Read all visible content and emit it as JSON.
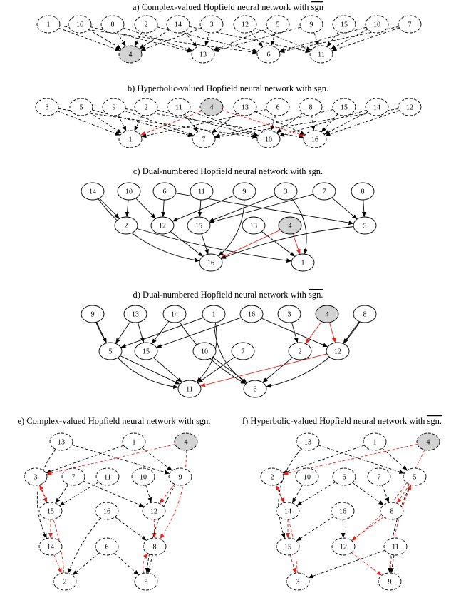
{
  "panels": [
    {
      "id": "a",
      "title": "a) Complex-valued Hopfield neural network with ",
      "title_sign": "sgn",
      "overline": true,
      "edge_style": "dashed",
      "nodes": [
        {
          "label": "1",
          "shaded": false
        },
        {
          "label": "16",
          "shaded": false
        },
        {
          "label": "8",
          "shaded": false
        },
        {
          "label": "2",
          "shaded": false
        },
        {
          "label": "14",
          "shaded": false
        },
        {
          "label": "3",
          "shaded": false
        },
        {
          "label": "12",
          "shaded": false
        },
        {
          "label": "5",
          "shaded": false
        },
        {
          "label": "9",
          "shaded": false
        },
        {
          "label": "15",
          "shaded": false
        },
        {
          "label": "10",
          "shaded": false
        },
        {
          "label": "7",
          "shaded": false
        },
        {
          "label": "4",
          "shaded": true
        },
        {
          "label": "13",
          "shaded": false
        },
        {
          "label": "6",
          "shaded": false
        },
        {
          "label": "11",
          "shaded": false
        }
      ],
      "edges": [
        [
          "1",
          "4",
          false
        ],
        [
          "16",
          "4",
          false
        ],
        [
          "8",
          "4",
          false
        ],
        [
          "2",
          "4",
          false
        ],
        [
          "14",
          "4",
          false
        ],
        [
          "3",
          "4",
          false
        ],
        [
          "16",
          "13",
          false
        ],
        [
          "8",
          "13",
          false
        ],
        [
          "14",
          "13",
          false
        ],
        [
          "3",
          "13",
          false
        ],
        [
          "5",
          "13",
          false
        ],
        [
          "9",
          "13",
          false
        ],
        [
          "1",
          "6",
          false
        ],
        [
          "2",
          "6",
          false
        ],
        [
          "12",
          "6",
          false
        ],
        [
          "5",
          "6",
          false
        ],
        [
          "10",
          "6",
          false
        ],
        [
          "7",
          "6",
          false
        ],
        [
          "14",
          "11",
          false
        ],
        [
          "12",
          "11",
          false
        ],
        [
          "9",
          "11",
          false
        ],
        [
          "15",
          "11",
          false
        ],
        [
          "10",
          "11",
          false
        ],
        [
          "7",
          "11",
          false
        ]
      ]
    },
    {
      "id": "b",
      "title": "b) Hyperbolic-valued Hopfield neural network with ",
      "title_sign": "sgn.",
      "overline": false,
      "edge_style": "dashed",
      "nodes": [
        {
          "label": "3",
          "shaded": false
        },
        {
          "label": "5",
          "shaded": false
        },
        {
          "label": "9",
          "shaded": false
        },
        {
          "label": "2",
          "shaded": false
        },
        {
          "label": "11",
          "shaded": false
        },
        {
          "label": "4",
          "shaded": true
        },
        {
          "label": "13",
          "shaded": false
        },
        {
          "label": "6",
          "shaded": false
        },
        {
          "label": "8",
          "shaded": false
        },
        {
          "label": "15",
          "shaded": false
        },
        {
          "label": "14",
          "shaded": false
        },
        {
          "label": "12",
          "shaded": false
        },
        {
          "label": "1",
          "shaded": false
        },
        {
          "label": "7",
          "shaded": false
        },
        {
          "label": "10",
          "shaded": false
        },
        {
          "label": "16",
          "shaded": false
        }
      ],
      "edges": [
        [
          "3",
          "1",
          false
        ],
        [
          "5",
          "1",
          false
        ],
        [
          "9",
          "1",
          false
        ],
        [
          "2",
          "1",
          false
        ],
        [
          "4",
          "1",
          true
        ],
        [
          "6",
          "1",
          false
        ],
        [
          "5",
          "7",
          false
        ],
        [
          "9",
          "7",
          false
        ],
        [
          "11",
          "7",
          false
        ],
        [
          "13",
          "7",
          false
        ],
        [
          "15",
          "7",
          false
        ],
        [
          "12",
          "7",
          false
        ],
        [
          "3",
          "10",
          false
        ],
        [
          "2",
          "10",
          false
        ],
        [
          "11",
          "10",
          false
        ],
        [
          "6",
          "10",
          false
        ],
        [
          "8",
          "10",
          false
        ],
        [
          "14",
          "10",
          false
        ],
        [
          "9",
          "16",
          false
        ],
        [
          "4",
          "16",
          true
        ],
        [
          "13",
          "16",
          false
        ],
        [
          "8",
          "16",
          false
        ],
        [
          "15",
          "16",
          false
        ],
        [
          "14",
          "16",
          false
        ],
        [
          "12",
          "16",
          false
        ]
      ]
    },
    {
      "id": "c",
      "title": "c) Dual-numbered Hopfield neural network with ",
      "title_sign": "sgn.",
      "overline": false,
      "edge_style": "solid",
      "nodes": [
        {
          "label": "14",
          "shaded": false
        },
        {
          "label": "10",
          "shaded": false
        },
        {
          "label": "6",
          "shaded": false
        },
        {
          "label": "11",
          "shaded": false
        },
        {
          "label": "9",
          "shaded": false
        },
        {
          "label": "3",
          "shaded": false
        },
        {
          "label": "7",
          "shaded": false
        },
        {
          "label": "8",
          "shaded": false
        },
        {
          "label": "2",
          "shaded": false
        },
        {
          "label": "12",
          "shaded": false
        },
        {
          "label": "15",
          "shaded": false
        },
        {
          "label": "13",
          "shaded": false
        },
        {
          "label": "4",
          "shaded": true
        },
        {
          "label": "5",
          "shaded": false
        },
        {
          "label": "16",
          "shaded": false
        },
        {
          "label": "1",
          "shaded": false
        }
      ],
      "edges": [
        [
          "14",
          "2",
          false
        ],
        [
          "14",
          "16",
          false
        ],
        [
          "10",
          "2",
          false
        ],
        [
          "10",
          "12",
          false
        ],
        [
          "6",
          "12",
          false
        ],
        [
          "6",
          "5",
          false
        ],
        [
          "11",
          "15",
          false
        ],
        [
          "9",
          "12",
          false
        ],
        [
          "9",
          "16",
          false
        ],
        [
          "3",
          "15",
          false
        ],
        [
          "3",
          "1",
          false
        ],
        [
          "7",
          "15",
          false
        ],
        [
          "7",
          "5",
          false
        ],
        [
          "8",
          "5",
          false
        ],
        [
          "2",
          "1",
          false
        ],
        [
          "12",
          "16",
          false
        ],
        [
          "15",
          "16",
          false
        ],
        [
          "13",
          "1",
          false
        ],
        [
          "4",
          "16",
          true
        ],
        [
          "4",
          "1",
          true
        ],
        [
          "5",
          "16",
          false
        ]
      ]
    },
    {
      "id": "d",
      "title": "d) Dual-numbered Hopfield neural network with ",
      "title_sign": "sgn.",
      "overline": true,
      "edge_style": "solid",
      "nodes": [
        {
          "label": "9",
          "shaded": false
        },
        {
          "label": "13",
          "shaded": false
        },
        {
          "label": "14",
          "shaded": false
        },
        {
          "label": "1",
          "shaded": false
        },
        {
          "label": "16",
          "shaded": false
        },
        {
          "label": "3",
          "shaded": false
        },
        {
          "label": "4",
          "shaded": true
        },
        {
          "label": "8",
          "shaded": false
        },
        {
          "label": "5",
          "shaded": false
        },
        {
          "label": "15",
          "shaded": false
        },
        {
          "label": "10",
          "shaded": false
        },
        {
          "label": "7",
          "shaded": false
        },
        {
          "label": "2",
          "shaded": false
        },
        {
          "label": "12",
          "shaded": false
        },
        {
          "label": "11",
          "shaded": false
        },
        {
          "label": "6",
          "shaded": false
        }
      ],
      "edges": [
        [
          "9",
          "5",
          false
        ],
        [
          "9",
          "11",
          false
        ],
        [
          "13",
          "5",
          false
        ],
        [
          "13",
          "15",
          false
        ],
        [
          "14",
          "15",
          false
        ],
        [
          "14",
          "6",
          false
        ],
        [
          "1",
          "5",
          false
        ],
        [
          "1",
          "11",
          false
        ],
        [
          "1",
          "6",
          false
        ],
        [
          "16",
          "15",
          false
        ],
        [
          "16",
          "12",
          false
        ],
        [
          "3",
          "2",
          false
        ],
        [
          "4",
          "2",
          true
        ],
        [
          "4",
          "12",
          true
        ],
        [
          "8",
          "12",
          false
        ],
        [
          "8",
          "6",
          false
        ],
        [
          "5",
          "11",
          false
        ],
        [
          "15",
          "11",
          false
        ],
        [
          "10",
          "6",
          false
        ],
        [
          "7",
          "11",
          false
        ],
        [
          "2",
          "6",
          false
        ],
        [
          "12",
          "11",
          true
        ]
      ]
    },
    {
      "id": "e",
      "title": "e) Complex-valued Hopfield neural network with ",
      "title_sign": "sgn.",
      "overline": false,
      "edge_style": "dashed",
      "nodes": [
        {
          "label": "13",
          "shaded": false
        },
        {
          "label": "1",
          "shaded": false
        },
        {
          "label": "4",
          "shaded": true
        },
        {
          "label": "3",
          "shaded": false
        },
        {
          "label": "7",
          "shaded": false
        },
        {
          "label": "11",
          "shaded": false
        },
        {
          "label": "10",
          "shaded": false
        },
        {
          "label": "9",
          "shaded": false
        },
        {
          "label": "15",
          "shaded": false
        },
        {
          "label": "12",
          "shaded": false
        },
        {
          "label": "16",
          "shaded": false
        },
        {
          "label": "14",
          "shaded": false
        },
        {
          "label": "6",
          "shaded": false
        },
        {
          "label": "8",
          "shaded": false
        },
        {
          "label": "2",
          "shaded": false
        },
        {
          "label": "5",
          "shaded": false
        }
      ],
      "edges": [
        [
          "13",
          "9",
          false
        ],
        [
          "13",
          "14",
          false
        ],
        [
          "1",
          "3",
          false
        ],
        [
          "1",
          "9",
          false
        ],
        [
          "4",
          "3",
          true
        ],
        [
          "4",
          "8",
          true
        ],
        [
          "3",
          "15",
          true
        ],
        [
          "7",
          "15",
          false
        ],
        [
          "7",
          "12",
          false
        ],
        [
          "11",
          "15",
          false
        ],
        [
          "10",
          "12",
          false
        ],
        [
          "9",
          "12",
          true
        ],
        [
          "15",
          "14",
          true
        ],
        [
          "12",
          "8",
          true
        ],
        [
          "16",
          "8",
          false
        ],
        [
          "16",
          "2",
          false
        ],
        [
          "14",
          "2",
          true
        ],
        [
          "6",
          "2",
          false
        ],
        [
          "6",
          "5",
          false
        ],
        [
          "8",
          "5",
          false
        ],
        [
          "5",
          "8",
          true
        ],
        [
          "2",
          "3",
          true
        ],
        [
          "9",
          "5",
          false
        ]
      ]
    },
    {
      "id": "f",
      "title": "f) Hyperbolic-valued Hopfield neural network with ",
      "title_sign": "sgn.",
      "overline": true,
      "edge_style": "dashed",
      "nodes": [
        {
          "label": "13",
          "shaded": false
        },
        {
          "label": "1",
          "shaded": false
        },
        {
          "label": "4",
          "shaded": true
        },
        {
          "label": "2",
          "shaded": false
        },
        {
          "label": "10",
          "shaded": false
        },
        {
          "label": "6",
          "shaded": false
        },
        {
          "label": "7",
          "shaded": false
        },
        {
          "label": "5",
          "shaded": false
        },
        {
          "label": "14",
          "shaded": false
        },
        {
          "label": "8",
          "shaded": false
        },
        {
          "label": "16",
          "shaded": false
        },
        {
          "label": "15",
          "shaded": false
        },
        {
          "label": "12",
          "shaded": false
        },
        {
          "label": "11",
          "shaded": false
        },
        {
          "label": "3",
          "shaded": false
        },
        {
          "label": "9",
          "shaded": false
        }
      ],
      "edges": [
        [
          "13",
          "5",
          false
        ],
        [
          "13",
          "15",
          false
        ],
        [
          "1",
          "2",
          false
        ],
        [
          "1",
          "5",
          false
        ],
        [
          "4",
          "2",
          true
        ],
        [
          "4",
          "12",
          true
        ],
        [
          "2",
          "14",
          true
        ],
        [
          "10",
          "14",
          false
        ],
        [
          "6",
          "14",
          false
        ],
        [
          "6",
          "8",
          false
        ],
        [
          "7",
          "8",
          false
        ],
        [
          "5",
          "8",
          true
        ],
        [
          "14",
          "15",
          true
        ],
        [
          "8",
          "12",
          true
        ],
        [
          "16",
          "15",
          false
        ],
        [
          "16",
          "12",
          false
        ],
        [
          "15",
          "3",
          true
        ],
        [
          "11",
          "3",
          false
        ],
        [
          "11",
          "9",
          false
        ],
        [
          "12",
          "9",
          true
        ],
        [
          "9",
          "5",
          true
        ],
        [
          "3",
          "2",
          true
        ],
        [
          "5",
          "9",
          false
        ]
      ]
    }
  ],
  "colors": {
    "edge": "#000000",
    "highlight_edge": "#e8201a",
    "shaded_fill": "#d3d3d3",
    "node_fill": "#ffffff"
  }
}
